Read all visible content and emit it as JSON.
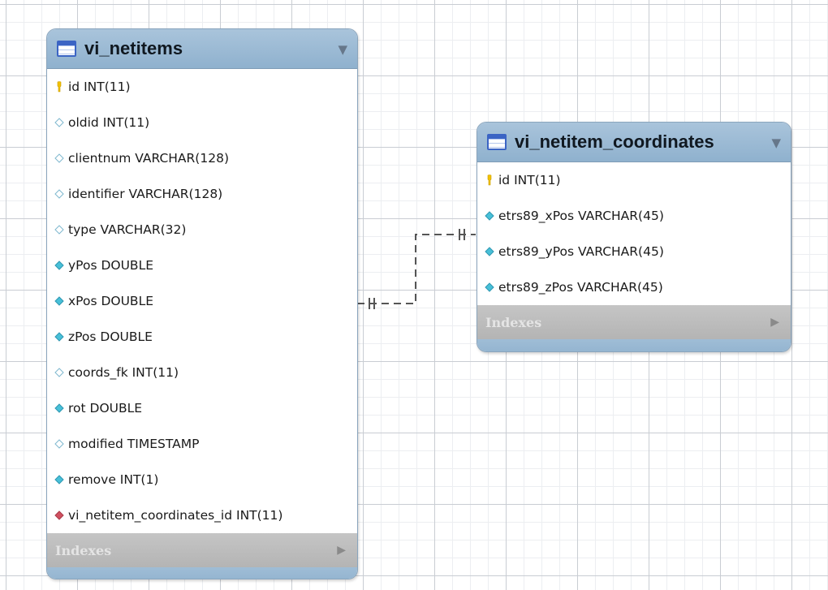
{
  "entities": [
    {
      "name": "vi_netitems",
      "collapse_icon": "▼",
      "indexes_label": "Indexes",
      "expand_icon": "▶",
      "columns": [
        {
          "text": "id INT(11)",
          "icon": "primary-key-icon"
        },
        {
          "text": "oldid INT(11)",
          "icon": "nullable-column-icon"
        },
        {
          "text": "clientnum VARCHAR(128)",
          "icon": "nullable-column-icon"
        },
        {
          "text": "identifier VARCHAR(128)",
          "icon": "nullable-column-icon"
        },
        {
          "text": "type VARCHAR(32)",
          "icon": "nullable-column-icon"
        },
        {
          "text": "yPos DOUBLE",
          "icon": "not-null-column-icon"
        },
        {
          "text": "xPos DOUBLE",
          "icon": "not-null-column-icon"
        },
        {
          "text": "zPos DOUBLE",
          "icon": "not-null-column-icon"
        },
        {
          "text": "coords_fk INT(11)",
          "icon": "nullable-column-icon"
        },
        {
          "text": "rot DOUBLE",
          "icon": "not-null-column-icon"
        },
        {
          "text": "modified TIMESTAMP",
          "icon": "nullable-column-icon"
        },
        {
          "text": "remove INT(1)",
          "icon": "not-null-column-icon"
        },
        {
          "text": "vi_netitem_coordinates_id INT(11)",
          "icon": "foreign-key-icon"
        }
      ]
    },
    {
      "name": "vi_netitem_coordinates",
      "collapse_icon": "▼",
      "indexes_label": "Indexes",
      "expand_icon": "▶",
      "columns": [
        {
          "text": "id INT(11)",
          "icon": "primary-key-icon"
        },
        {
          "text": "etrs89_xPos VARCHAR(45)",
          "icon": "not-null-column-icon"
        },
        {
          "text": "etrs89_yPos VARCHAR(45)",
          "icon": "not-null-column-icon"
        },
        {
          "text": "etrs89_zPos VARCHAR(45)",
          "icon": "not-null-column-icon"
        }
      ]
    }
  ],
  "relationship": {
    "type": "one-to-one-identifying",
    "style": "dashed",
    "color": "#555555"
  },
  "colors": {
    "header": "#9cbad4",
    "indexes_bar": "#bdbdbd",
    "primary_key": "#f2c200",
    "not_null": "#48c0d8",
    "foreign_key": "#d05060"
  }
}
